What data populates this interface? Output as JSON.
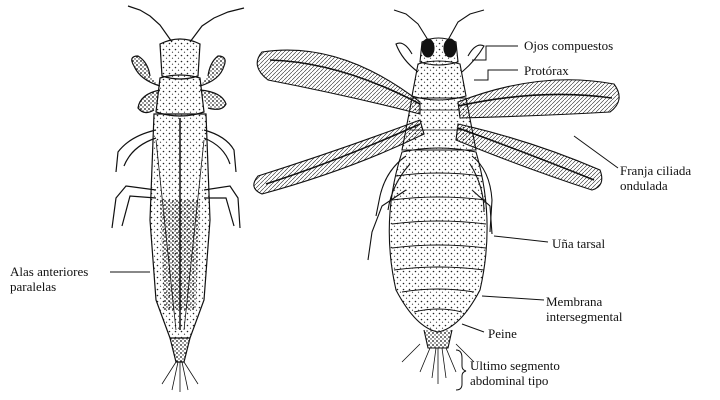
{
  "labels": {
    "alas_anteriores": "Alas anteriores paralelas",
    "ojos": "Ojos compuestos",
    "protorax": "Protórax",
    "franja": "Franja ciliada ondulada",
    "una_tarsal": "Uña tarsal",
    "membrana": "Membrana intersegmental",
    "peine": "Peine",
    "ultimo": "Ultimo segmento abdominal tipo"
  }
}
